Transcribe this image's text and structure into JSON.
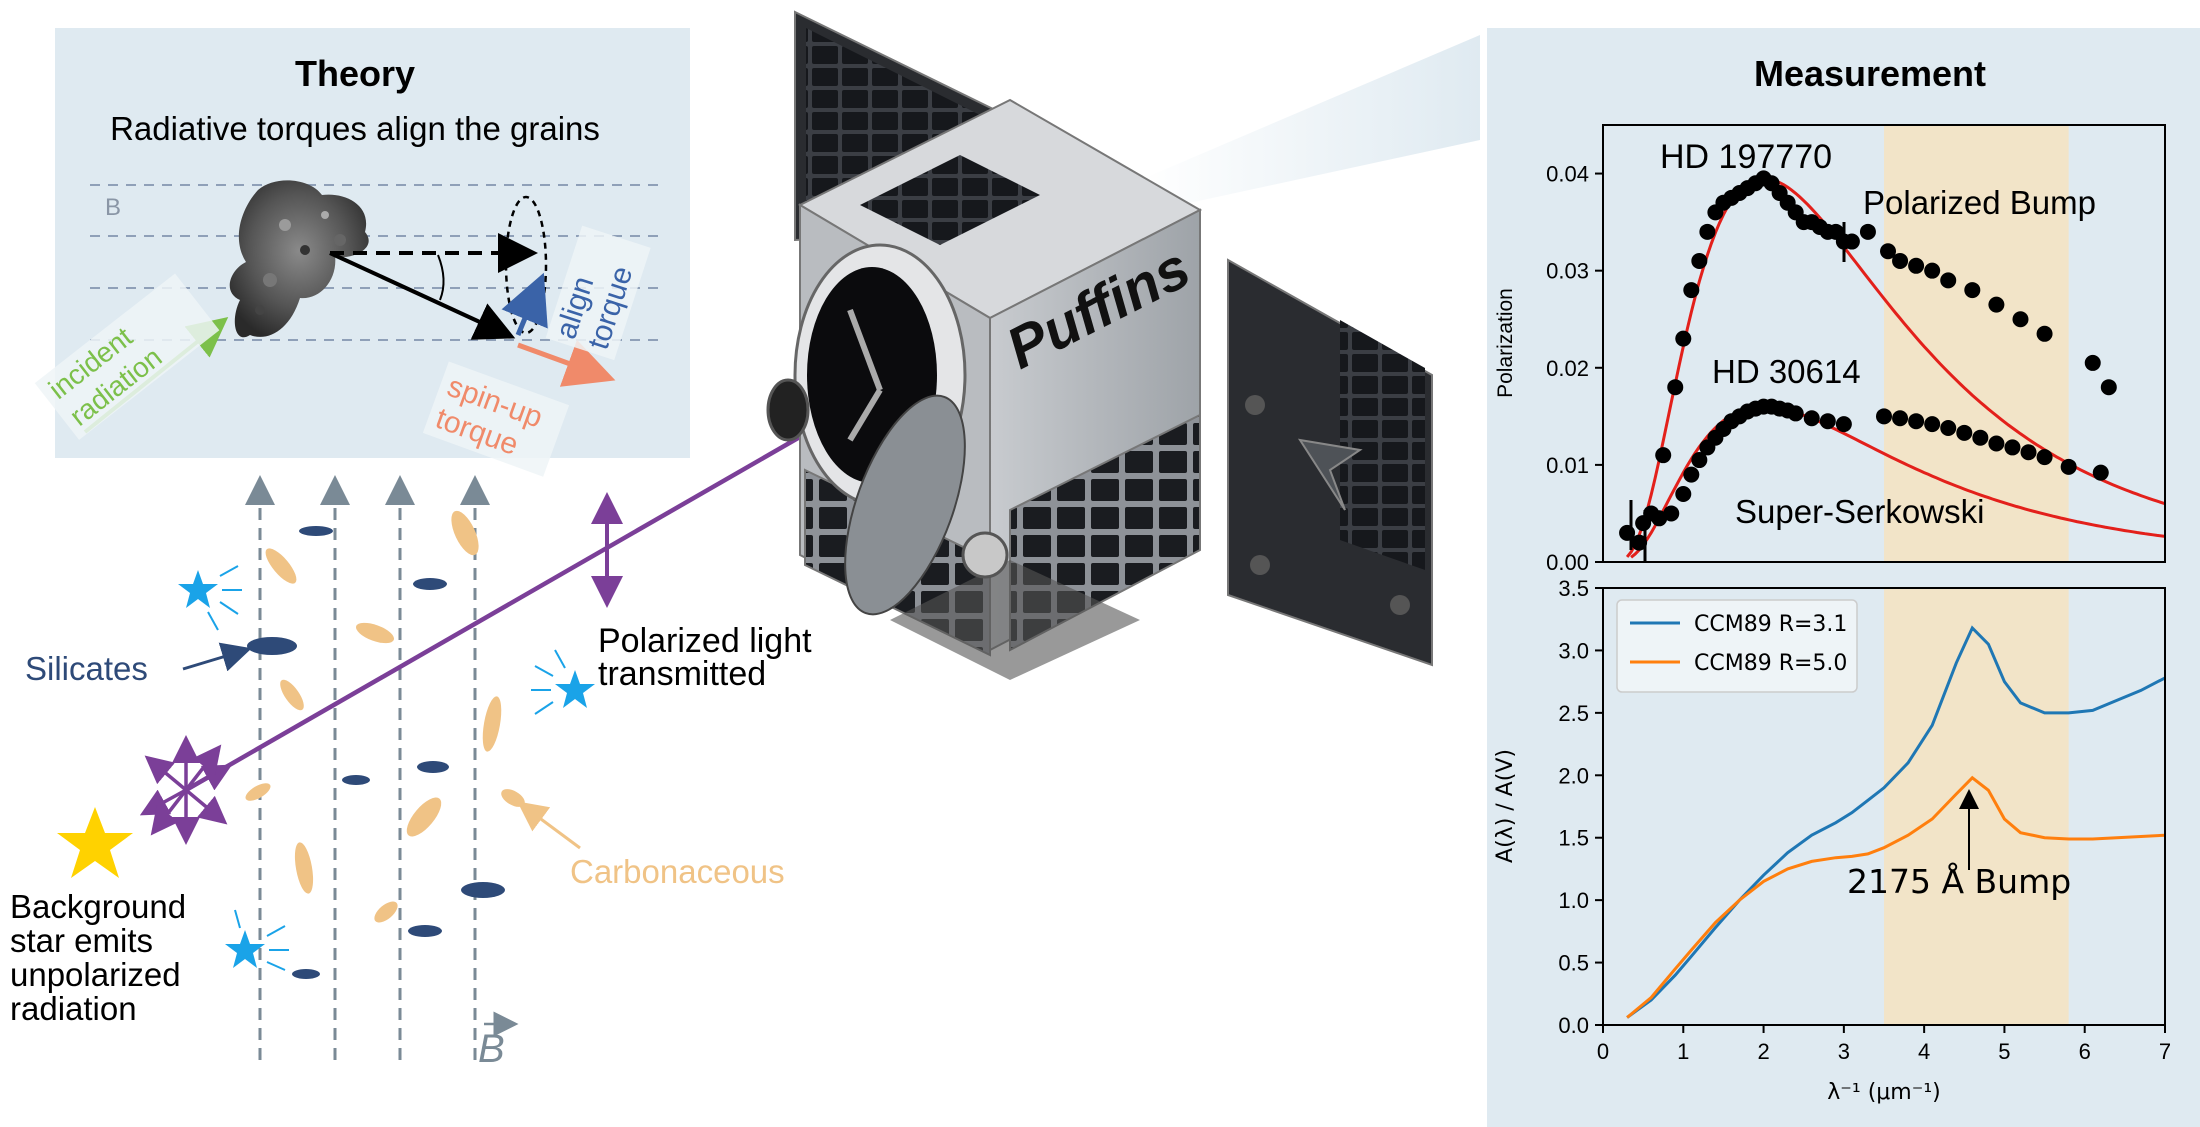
{
  "theory": {
    "title": "Theory",
    "subtitle": "Radiative torques align the grains",
    "b_label": "B",
    "incident_label": [
      "incident",
      "radiation"
    ],
    "align_label": [
      "align",
      "torque"
    ],
    "spinup_label": [
      "spin-up",
      "torque"
    ]
  },
  "scene": {
    "silicates": "Silicates",
    "carbonaceous": "Carbonaceous",
    "polarized_light": [
      "Polarized light",
      "transmitted"
    ],
    "background_star": [
      "Background",
      "star emits",
      "unpolarized",
      "radiation"
    ],
    "b_field": "B",
    "satellite_logo": "Puffins"
  },
  "measurement": {
    "title": "Measurement"
  },
  "colors": {
    "panel_bg": "#dfeaf1",
    "band": "#f2e4c8",
    "purple": "#7b3f98",
    "silicate": "#2e4a78",
    "carbon": "#f0c386",
    "red_curve": "#e3201b",
    "ccm31": "#1f77b4",
    "ccm50": "#ff7f0e",
    "star_blue": "#1aa3e8",
    "star_yellow": "#ffd200",
    "incident_green": "#7cc04a",
    "align_blue": "#3a63a8",
    "spin_orange": "#f08a6a"
  },
  "chart_data": [
    {
      "type": "scatter",
      "ylabel": "Polarization",
      "ylim": [
        0.0,
        0.045
      ],
      "yticks": [
        "0.00",
        "0.01",
        "0.02",
        "0.03",
        "0.04"
      ],
      "xlim": [
        0,
        7
      ],
      "shaded_band_x": [
        3.5,
        5.8
      ],
      "annotations": [
        "HD 197770",
        "Polarized Bump",
        "HD 30614",
        "Super-Serkowski"
      ],
      "series": [
        {
          "name": "HD 197770",
          "x": [
            0.45,
            0.6,
            0.75,
            0.9,
            1.0,
            1.1,
            1.2,
            1.3,
            1.4,
            1.5,
            1.6,
            1.7,
            1.8,
            1.9,
            2.0,
            2.1,
            2.2,
            2.3,
            2.4,
            2.5,
            2.6,
            2.7,
            2.8,
            2.9,
            3.0,
            3.1,
            3.3,
            3.55,
            3.7,
            3.9,
            4.1,
            4.3,
            4.6,
            4.9,
            5.2,
            5.5,
            6.1,
            6.3
          ],
          "y": [
            0.002,
            0.005,
            0.011,
            0.018,
            0.023,
            0.028,
            0.031,
            0.034,
            0.036,
            0.037,
            0.0375,
            0.038,
            0.0385,
            0.039,
            0.0395,
            0.039,
            0.038,
            0.037,
            0.036,
            0.035,
            0.035,
            0.0345,
            0.034,
            0.034,
            0.033,
            0.033,
            0.034,
            0.032,
            0.031,
            0.0305,
            0.03,
            0.029,
            0.028,
            0.0265,
            0.025,
            0.0235,
            0.0205,
            0.018
          ]
        },
        {
          "name": "HD 30614",
          "x": [
            0.3,
            0.5,
            0.7,
            0.85,
            1.0,
            1.1,
            1.2,
            1.3,
            1.4,
            1.5,
            1.6,
            1.7,
            1.8,
            1.9,
            2.0,
            2.1,
            2.2,
            2.3,
            2.4,
            2.6,
            2.8,
            3.0,
            3.5,
            3.7,
            3.9,
            4.1,
            4.3,
            4.5,
            4.7,
            4.9,
            5.1,
            5.3,
            5.5,
            5.8,
            6.2
          ],
          "y": [
            0.003,
            0.004,
            0.0045,
            0.005,
            0.007,
            0.009,
            0.0105,
            0.0118,
            0.0128,
            0.0137,
            0.0145,
            0.015,
            0.0155,
            0.0158,
            0.016,
            0.016,
            0.0158,
            0.0156,
            0.0153,
            0.0148,
            0.0145,
            0.0142,
            0.015,
            0.0148,
            0.0145,
            0.0142,
            0.0138,
            0.0133,
            0.0128,
            0.0122,
            0.0118,
            0.0113,
            0.0108,
            0.0098,
            0.0092
          ]
        }
      ]
    },
    {
      "type": "line",
      "xlabel": "λ⁻¹ (μm⁻¹)",
      "ylabel": "A(λ) / A(V)",
      "xlim": [
        0,
        7
      ],
      "ylim": [
        0.0,
        3.5
      ],
      "xticks": [
        "0",
        "1",
        "2",
        "3",
        "4",
        "5",
        "6",
        "7"
      ],
      "yticks": [
        "0.0",
        "0.5",
        "1.0",
        "1.5",
        "2.0",
        "2.5",
        "3.0",
        "3.5"
      ],
      "shaded_band_x": [
        3.5,
        5.8
      ],
      "legend_placement": "top-left",
      "annotation": "2175 Å Bump",
      "series": [
        {
          "name": "CCM89 R=3.1",
          "x": [
            0.3,
            0.6,
            0.9,
            1.1,
            1.4,
            1.7,
            2.0,
            2.3,
            2.6,
            2.9,
            3.1,
            3.3,
            3.5,
            3.8,
            4.1,
            4.4,
            4.6,
            4.8,
            5.0,
            5.2,
            5.5,
            5.8,
            6.1,
            6.4,
            6.7,
            7.0
          ],
          "y": [
            0.06,
            0.2,
            0.4,
            0.55,
            0.78,
            1.0,
            1.2,
            1.38,
            1.52,
            1.62,
            1.7,
            1.8,
            1.9,
            2.1,
            2.4,
            2.9,
            3.18,
            3.05,
            2.75,
            2.58,
            2.5,
            2.5,
            2.52,
            2.6,
            2.68,
            2.78
          ]
        },
        {
          "name": "CCM89 R=5.0",
          "x": [
            0.3,
            0.6,
            0.9,
            1.1,
            1.4,
            1.7,
            2.0,
            2.3,
            2.6,
            2.9,
            3.1,
            3.3,
            3.5,
            3.8,
            4.1,
            4.4,
            4.6,
            4.8,
            5.0,
            5.2,
            5.5,
            5.8,
            6.1,
            6.4,
            6.7,
            7.0
          ],
          "y": [
            0.06,
            0.22,
            0.45,
            0.6,
            0.82,
            1.0,
            1.15,
            1.25,
            1.31,
            1.34,
            1.35,
            1.37,
            1.42,
            1.52,
            1.65,
            1.85,
            1.98,
            1.88,
            1.65,
            1.54,
            1.5,
            1.49,
            1.49,
            1.5,
            1.51,
            1.52
          ]
        }
      ]
    }
  ]
}
